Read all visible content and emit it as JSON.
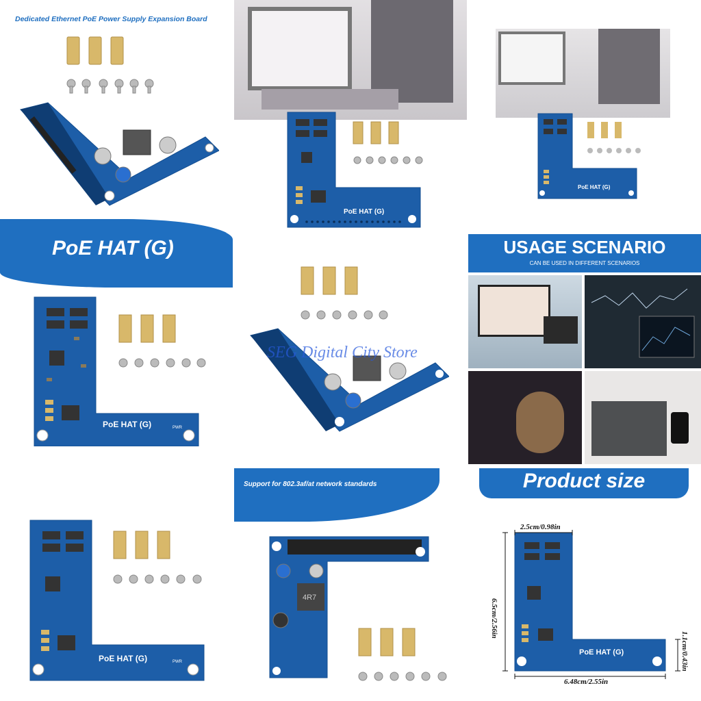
{
  "tiles": {
    "t1": {
      "title": "Dedicated Ethernet PoE Power Supply Expansion Board",
      "banner": "PoE HAT (G)"
    },
    "t6": {
      "title": "USAGE SCENARIO",
      "subtitle": "CAN BE USED IN DIFFERENT SCENARIOS"
    },
    "t8": {
      "banner": "Support for 802.3af/at network standards"
    },
    "t9": {
      "banner": "Product size",
      "dims": {
        "top": "2.5cm/0.98in",
        "left": "6.5cm/2.56in",
        "bottom": "6.48cm/2.55in",
        "right": "1.1cm/0.43in"
      }
    }
  },
  "board_label": "PoE HAT (G)",
  "board_pwr": "PWR",
  "inductor_label": "4R7",
  "watermark": "SEG Digital City Store",
  "colors": {
    "pcb": "#1d5ea8",
    "pcb_dark": "#134d8f",
    "brand_blue": "#1f6fc0",
    "gold": "#d8b86a"
  }
}
